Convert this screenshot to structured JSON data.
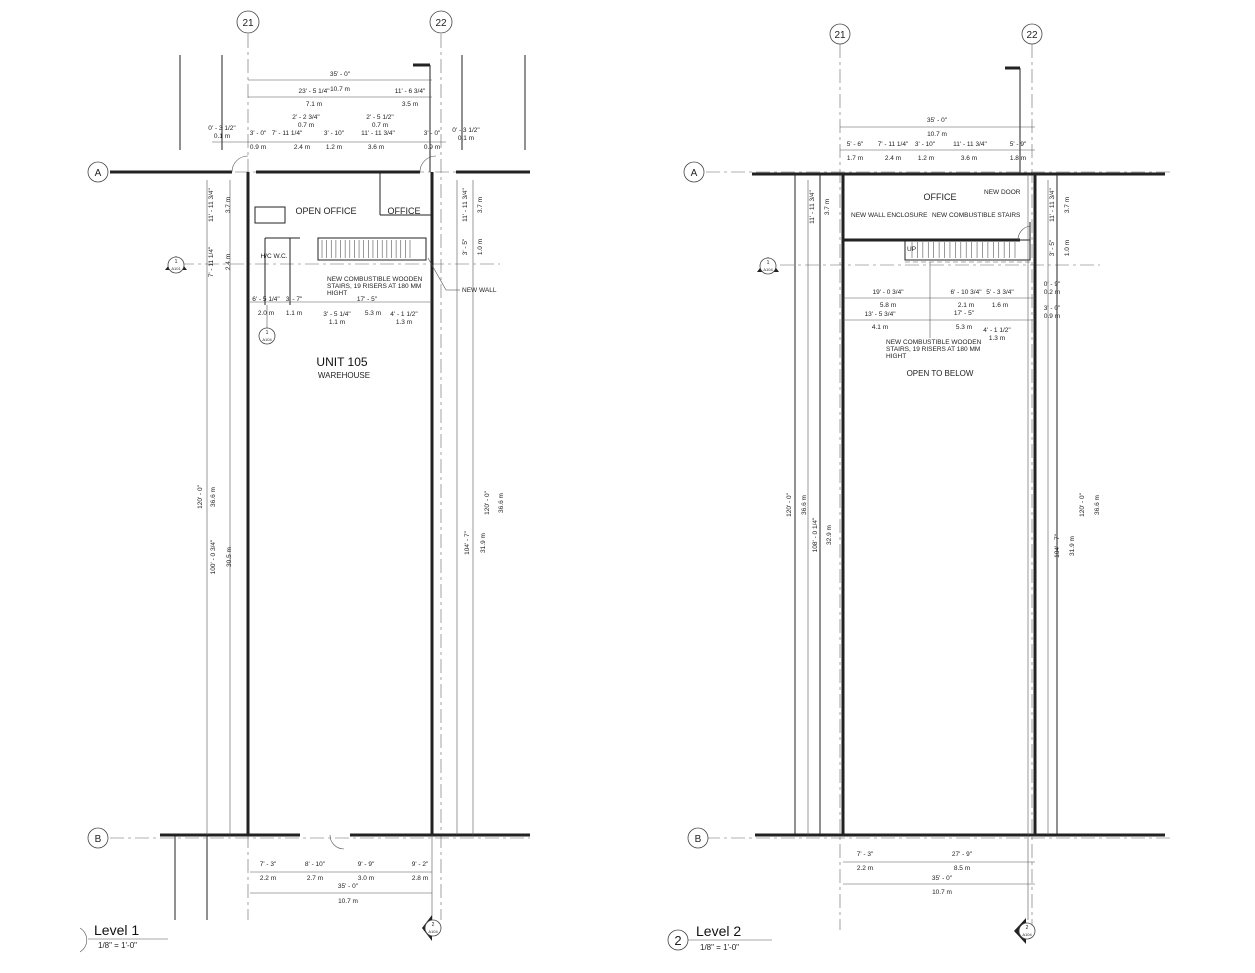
{
  "level1": {
    "title": "Level 1",
    "scale": "1/8\" = 1'-0\"",
    "grid": {
      "col1": "21",
      "col2": "22",
      "row1": "A",
      "row2": "B"
    },
    "rooms": {
      "open_office": "OPEN OFFICE",
      "office": "OFFICE",
      "wc": "H/C W.C.",
      "unit": "UNIT 105",
      "use": "WAREHOUSE"
    },
    "notes": {
      "stairs": [
        "NEW COMBUSTIBLE WOODEN",
        "STAIRS, 19 RISERS AT 180 MM",
        "HIGHT"
      ],
      "new_wall": "NEW WALL"
    },
    "section_tags": {
      "sec1": "1",
      "sec1_sheet": "A104",
      "sec2": "2",
      "sec2_sheet": "A104",
      "elev": "1",
      "elev_sheet": "A101"
    },
    "dims_top": [
      "35' - 0\"",
      "10.7 m",
      "23' - 5 1/4\"",
      "7.1 m",
      "11' - 6 3/4\"",
      "3.5 m",
      "2' - 2 3/4\"",
      "0.7 m",
      "2' - 5 1/2\"",
      "0.7 m",
      "0' - 3 1/2\"",
      "0.1 m",
      "3' - 0\"",
      "0.9 m",
      "7' - 11 1/4\"",
      "2.4 m",
      "3' - 10\"",
      "1.2 m",
      "11' - 11 3/4\"",
      "3.6 m",
      "3' - 0\"",
      "0.9 m",
      "0' - 3 1/2\"",
      "0.1 m"
    ],
    "dims_inner": [
      "6' - 5 1/4\"",
      "2.0 m",
      "3' - 7\"",
      "1.1 m",
      "3' - 5 1/4\"",
      "1.1 m",
      "17' - 5\"",
      "5.3 m",
      "4' - 1 1/2\"",
      "1.3 m"
    ],
    "dims_left": [
      "11' - 11 3/4\"",
      "3.7 m",
      "7' - 11 1/4\"",
      "2.4 m",
      "120' - 0\"",
      "36.6 m",
      "100' - 0 3/4\"",
      "30.5 m"
    ],
    "dims_right": [
      "11' - 11 3/4\"",
      "3.7 m",
      "3' - 5\"",
      "1.0 m",
      "104' - 7\"",
      "31.9 m",
      "120' - 0\"",
      "36.6 m"
    ],
    "dims_bottom": [
      "7' - 3\"",
      "2.2 m",
      "8' - 10\"",
      "2.7 m",
      "9' - 9\"",
      "3.0 m",
      "9' - 2\"",
      "2.8 m",
      "35' - 0\"",
      "10.7 m"
    ]
  },
  "level2": {
    "number": "2",
    "title": "Level 2",
    "scale": "1/8\" = 1'-0\"",
    "grid": {
      "col1": "21",
      "col2": "22",
      "row1": "A",
      "row2": "B"
    },
    "rooms": {
      "office": "OFFICE",
      "open": "OPEN TO BELOW",
      "up": "UP"
    },
    "notes": {
      "new_door": "NEW DOOR",
      "enclosure": "NEW WALL ENCLOSURE",
      "comb_stairs": "NEW COMBUSTIBLE STAIRS",
      "stairs": [
        "NEW COMBUSTIBLE WOODEN",
        "STAIRS, 19 RISERS AT 180 MM",
        "HIGHT"
      ]
    },
    "section_tags": {
      "elev": "1",
      "elev_sheet": "A104",
      "sec2": "2",
      "sec2_sheet": "A104"
    },
    "dims_top": [
      "35' - 0\"",
      "10.7 m",
      "5' - 6\"",
      "1.7 m",
      "7' - 11 1/4\"",
      "2.4 m",
      "3' - 10\"",
      "1.2 m",
      "11' - 11 3/4\"",
      "3.6 m",
      "5' - 9\"",
      "1.8 m"
    ],
    "dims_inner": [
      "19' - 0 3/4\"",
      "5.8 m",
      "6' - 10 3/4\"",
      "2.1 m",
      "5' - 3 3/4\"",
      "1.6 m",
      "13' - 5 3/4\"",
      "4.1 m",
      "17' - 5\"",
      "5.3 m",
      "4' - 1 1/2\"",
      "1.3 m",
      "0' - 9\"",
      "0.2 m",
      "3' - 0\"",
      "0.9 m"
    ],
    "dims_left": [
      "11' - 11 3/4\"",
      "3.7 m",
      "120' - 0\"",
      "36.6 m",
      "108' - 0 1/4\"",
      "32.9 m"
    ],
    "dims_right": [
      "11' - 11 3/4\"",
      "3.7 m",
      "3' - 5\"",
      "1.0 m",
      "104' - 7\"",
      "31.9 m",
      "120' - 0\"",
      "36.6 m"
    ],
    "dims_bottom": [
      "7' - 3\"",
      "2.2 m",
      "27' - 9\"",
      "8.5 m",
      "35' - 0\"",
      "10.7 m"
    ]
  }
}
